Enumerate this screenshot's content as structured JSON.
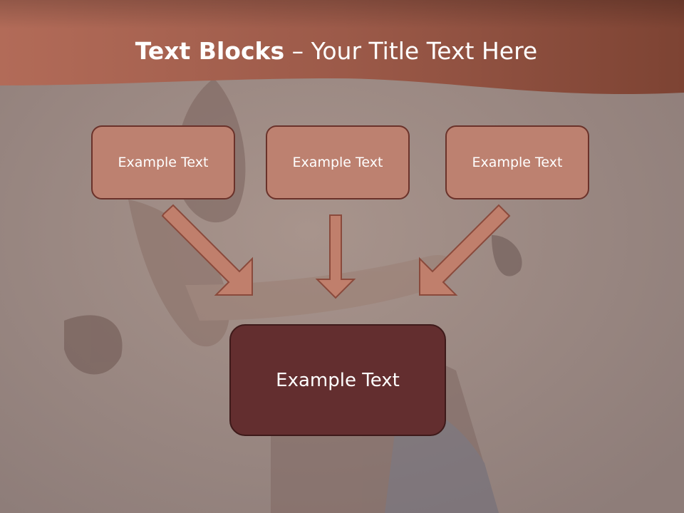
{
  "slide": {
    "title_bold": "Text Blocks",
    "title_dash": " – ",
    "title_rest": "Your Title Text Here"
  },
  "blocks": {
    "top": [
      "Example Text",
      "Example Text",
      "Example Text"
    ],
    "bottom": "Example Text"
  },
  "colors": {
    "header_band": "#9c5a49",
    "small_box_fill": "#bd8170",
    "small_box_border": "#6a322a",
    "large_box_fill": "#632e2f",
    "arrow_fill": "#c07f6c",
    "arrow_stroke": "#8a4a3c"
  },
  "icons": {
    "arrow_left": "diagonal-down-right-arrow",
    "arrow_middle": "down-arrow",
    "arrow_right": "diagonal-down-left-arrow"
  }
}
